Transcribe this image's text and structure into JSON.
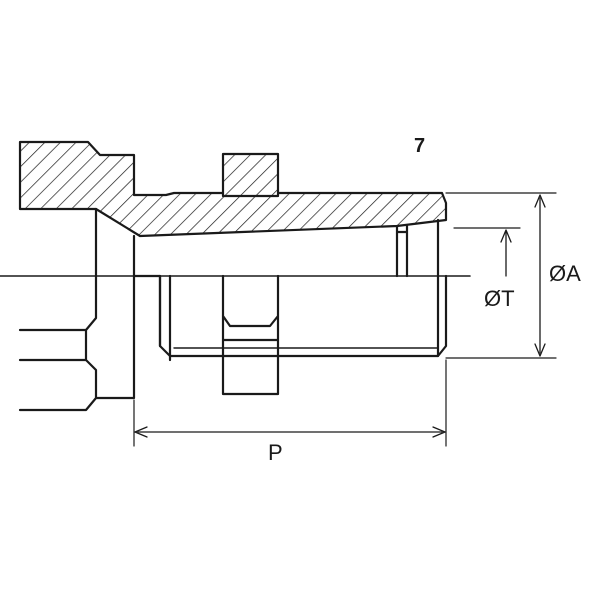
{
  "figure_number": "7",
  "dimensions": {
    "outer_diameter": "ØA",
    "inner_diameter": "ØT",
    "length": "P"
  }
}
